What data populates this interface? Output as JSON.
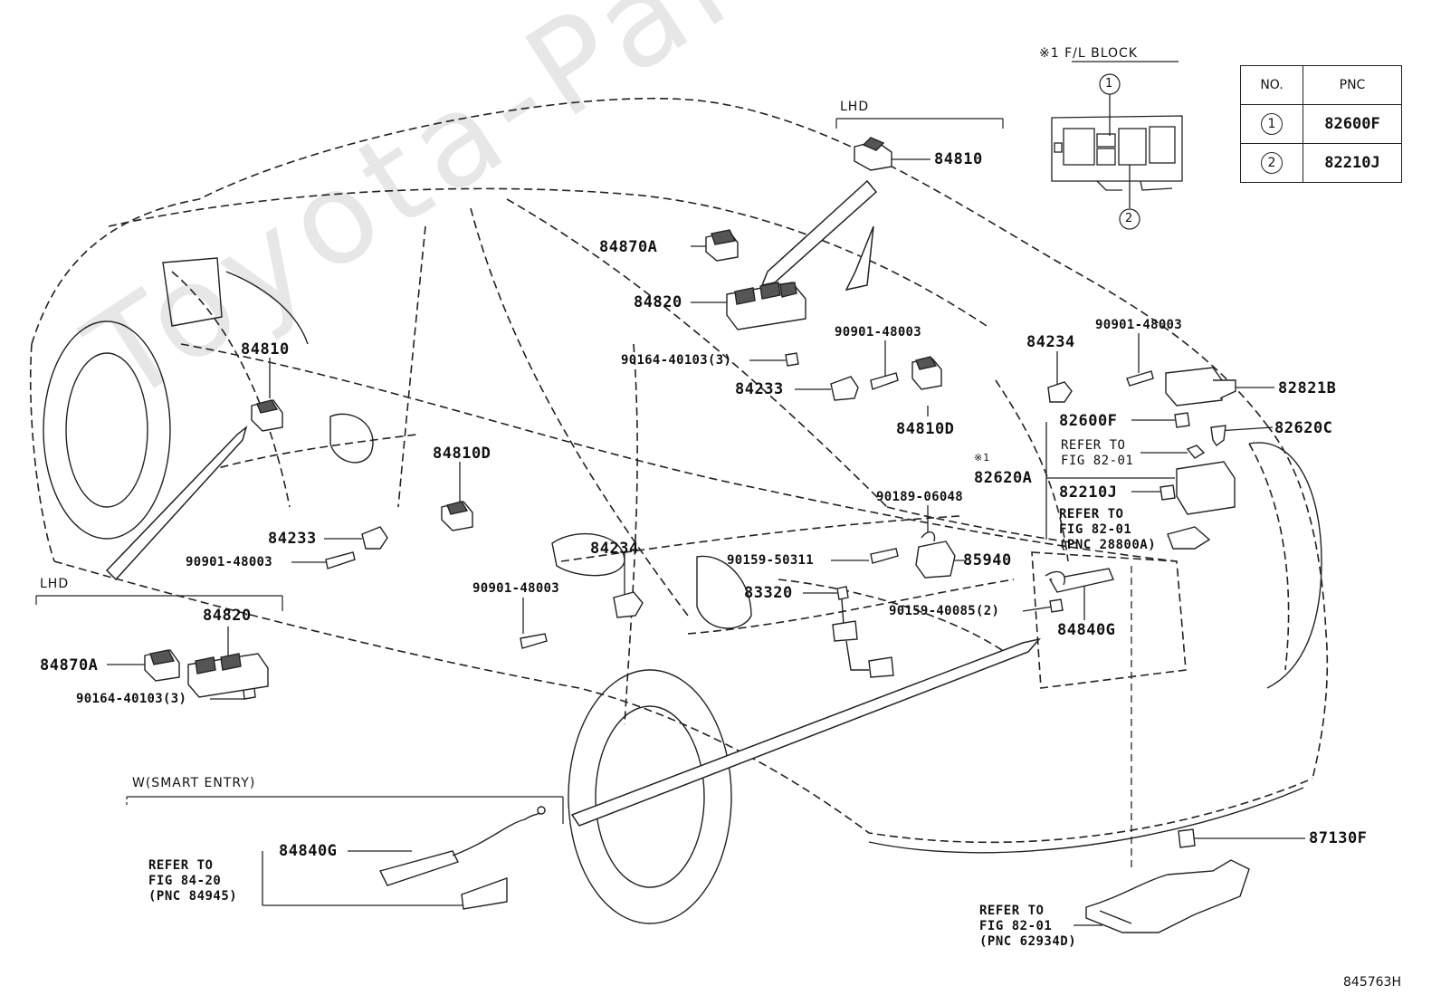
{
  "watermark": "Toyota-Parts.ru",
  "drawing_number": "845763H",
  "fl_block": {
    "title": "※1  F/L BLOCK",
    "marker_1": "1",
    "marker_2": "2"
  },
  "pnc_table": {
    "headers": [
      "NO.",
      "PNC"
    ],
    "rows": [
      {
        "no": "1",
        "pnc": "82600F"
      },
      {
        "no": "2",
        "pnc": "82210J"
      }
    ]
  },
  "section_labels": {
    "lhd_top": "LHD",
    "lhd_left": "LHD",
    "smart_entry": "W(SMART ENTRY)"
  },
  "parts": {
    "p84810_top": "84810",
    "p84870A_top": "84870A",
    "p84820_top": "84820",
    "p90164_top": "90164-40103(3)",
    "p90901_a": "90901-48003",
    "p84233_mid": "84233",
    "p84810D_right": "84810D",
    "p84810_left": "84810",
    "p84810D_mid": "84810D",
    "p84233_left": "84233",
    "p90901_left": "90901-48003",
    "p84234_mid": "84234",
    "p90901_mid": "90901-48003",
    "p90189": "90189-06048",
    "p90159_50311": "90159-50311",
    "p85940": "85940",
    "p83320": "83320",
    "p90159_40085": "90159-40085(2)",
    "p84840G_right": "84840G",
    "p84234_right": "84234",
    "p90901_right": "90901-48003",
    "p82821B": "82821B",
    "p82600F": "82600F",
    "p82620C": "82620C",
    "p82620A": "82620A",
    "p82620A_mark": "※1",
    "p82210J": "82210J",
    "p84820_left": "84820",
    "p84870A_left": "84870A",
    "p90164_left": "90164-40103(3)",
    "p84840G_bottom": "84840G",
    "p87130F": "87130F"
  },
  "refs": {
    "ref_fig8201_a": "REFER TO\nFIG 82-01",
    "ref_pnc28800A": "REFER TO\nFIG 82-01\n(PNC 28800A)",
    "ref_pnc84945": "REFER TO\nFIG 84-20\n(PNC 84945)",
    "ref_pnc62934D": "REFER TO\nFIG 82-01\n(PNC 62934D)"
  }
}
